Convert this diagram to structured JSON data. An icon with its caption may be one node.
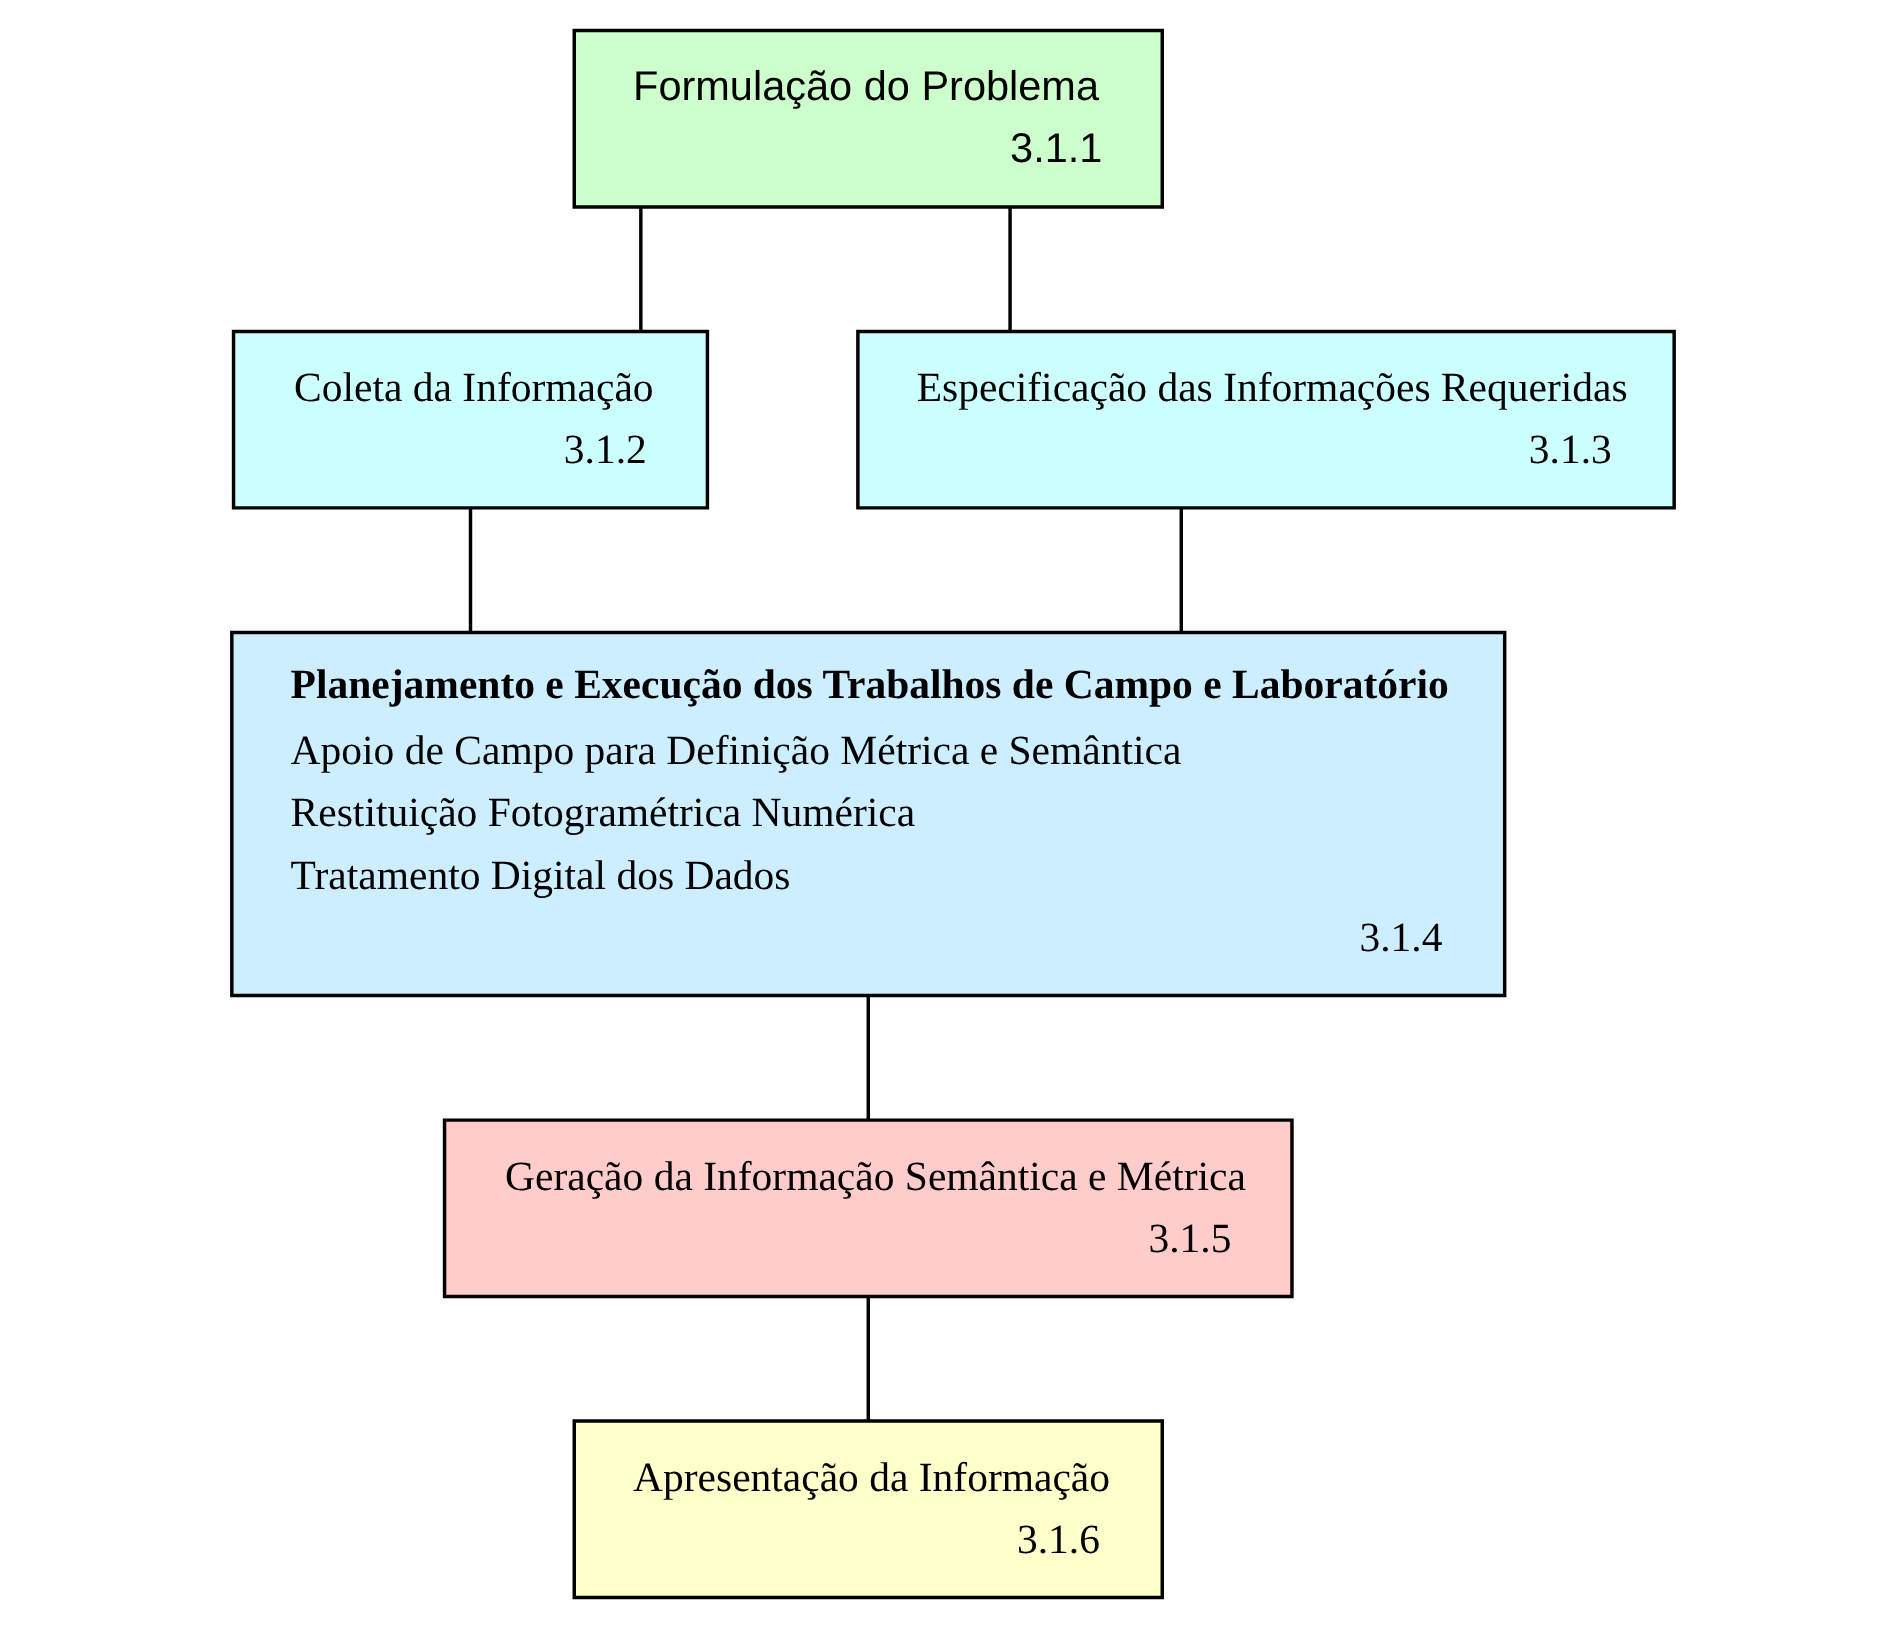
{
  "diagram": {
    "nodes": [
      {
        "text": [
          "Formulação do Problema",
          "3.1.1"
        ]
      },
      {
        "text": [
          "Coleta da Informação",
          "3.1.2"
        ]
      },
      {
        "text": [
          "Especificação das Informações Requeridas",
          "3.1.3"
        ]
      },
      {
        "text": [
          "Planejamento e Execução dos Trabalhos de Campo e Laboratório",
          "Apoio de Campo para Definição Métrica e Semântica",
          "Restituição Fotogramétrica Numérica",
          "Tratamento Digital dos Dados",
          "3.1.4"
        ]
      },
      {
        "text": [
          "Geração da Informação Semântica e Métrica",
          "3.1.5"
        ]
      },
      {
        "text": [
          "Apresentação da Informação",
          "3.1.6"
        ]
      }
    ],
    "edges": [
      {
        "from": 0,
        "to": 1,
        "arrow": "none"
      },
      {
        "from": 0,
        "to": 2,
        "arrow": "none"
      },
      {
        "from": 1,
        "to": 3,
        "arrow": "none"
      },
      {
        "from": 2,
        "to": 3,
        "arrow": "none"
      },
      {
        "from": 3,
        "to": 4,
        "arrow": "none"
      },
      {
        "from": 4,
        "to": 5,
        "arrow": "none"
      }
    ]
  }
}
